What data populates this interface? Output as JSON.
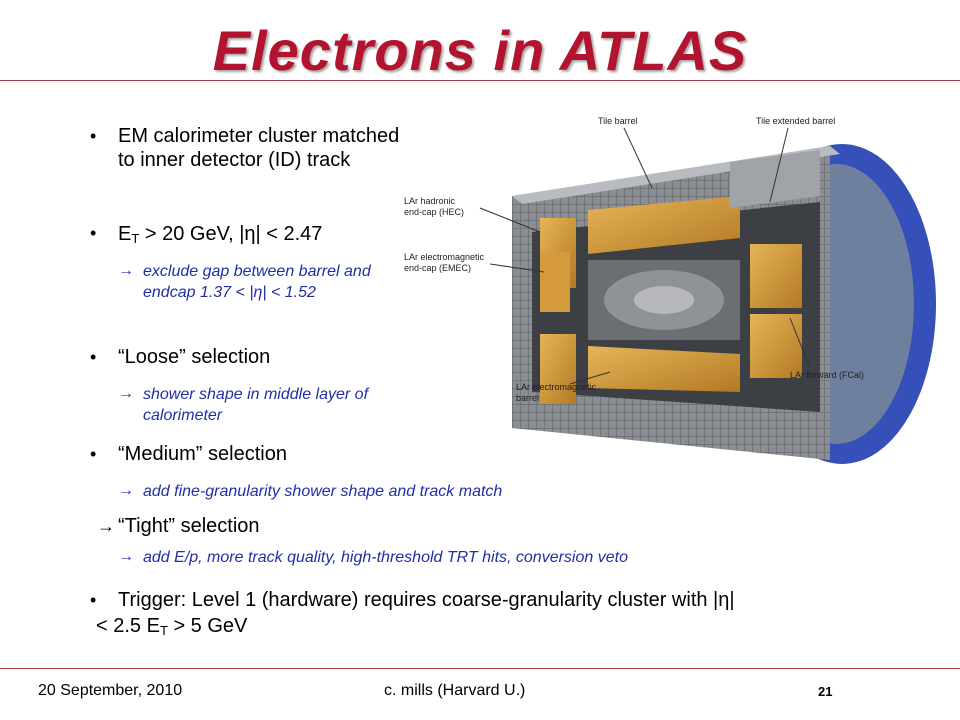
{
  "title": "Electrons in ATLAS",
  "bullets": {
    "b1": "EM calorimeter cluster matched to inner detector (ID) track",
    "b2_prefix": "E",
    "b2_sub": "T",
    "b2_suffix": " > 20 GeV, |η| < 2.47",
    "b2_sub1": "exclude gap between barrel and endcap 1.37 < |η| < 1.52",
    "b3": "“Loose” selection",
    "b3_sub1": "shower shape in middle layer of calorimeter",
    "b4": "“Medium” selection",
    "b4_sub1": "add fine-granularity shower shape and track match",
    "b5": "“Tight” selection",
    "b5_sub1": "add E/p, more track quality, high-threshold TRT hits, conversion veto",
    "b6_line1": "Trigger: Level 1 (hardware) requires coarse-granularity cluster with |η|",
    "b6_line2_prefix": "< 2.5 E",
    "b6_line2_sub": "T",
    "b6_line2_suffix": " > 5 GeV"
  },
  "detector_labels": {
    "tile_barrel": "Tile barrel",
    "tile_extended_barrel": "Tile extended barrel",
    "lar_hadronic_1": "LAr hadronic",
    "lar_hadronic_2": "end-cap (HEC)",
    "lar_em_endcap_1": "LAr electromagnetic",
    "lar_em_endcap_2": "end-cap (EMEC)",
    "lar_em_barrel_1": "LAr electromagnetic",
    "lar_em_barrel_2": "barrel",
    "lar_forward": "LAr forward (FCal)"
  },
  "footer": {
    "date": "20 September, 2010",
    "author": "c. mills (Harvard U.)",
    "page": "21"
  },
  "colors": {
    "title": "#b2132e",
    "subtext": "#1f2fa8",
    "rule": "#a33a4a"
  }
}
